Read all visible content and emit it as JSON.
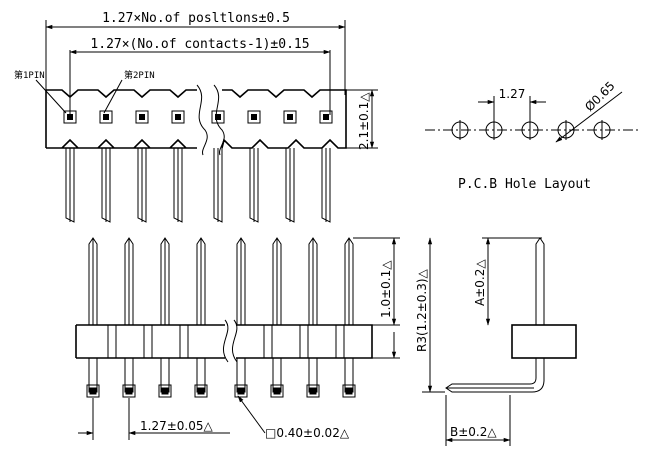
{
  "top_view": {
    "overall_dim": "1.27×No.of posltlons±0.5",
    "contacts_dim": "1.27×(No.of contacts-1)±0.15",
    "pin1_label": "第1PIN",
    "pin2_label": "第2PIN",
    "height_dim": "2.1±0.1△"
  },
  "pcb_layout": {
    "pitch_dim": "1.27",
    "hole_dim": "Ø0.65",
    "title": "P.C.B Hole Layout"
  },
  "front_view": {
    "pitch_dim": "1.27±0.05△",
    "pin_size_dim": "□0.40±0.02△",
    "tail_dim": "1.0±0.1△",
    "radius_dim": "R3(1.2±0.3)△"
  },
  "side_view": {
    "a_dim": "A±0.2△",
    "b_dim": "B±0.2△"
  }
}
